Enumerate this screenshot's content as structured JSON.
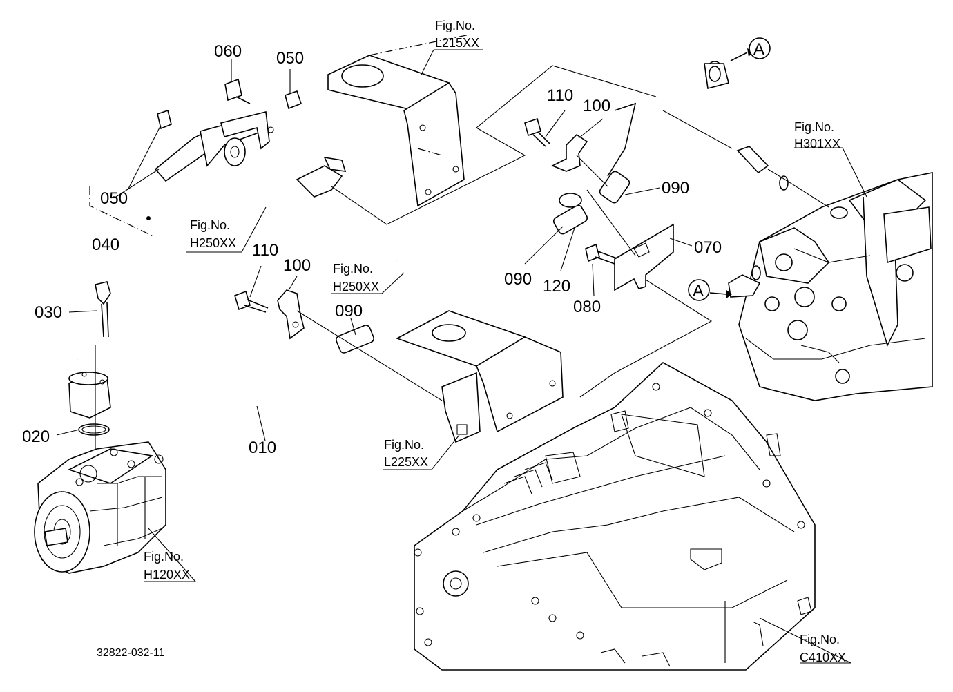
{
  "diagram": {
    "part_labels": {
      "p010": "010",
      "p020": "020",
      "p030": "030",
      "p040": "040",
      "p050a": "050",
      "p050b": "050",
      "p060": "060",
      "p070": "070",
      "p080": "080",
      "p090a": "090",
      "p090b": "090",
      "p090c": "090",
      "p100a": "100",
      "p100b": "100",
      "p110a": "110",
      "p110b": "110",
      "p120": "120"
    },
    "fig_refs": {
      "l215": {
        "prefix": "Fig.No.",
        "code": "L215XX"
      },
      "h250a": {
        "prefix": "Fig.No.",
        "code": "H250XX"
      },
      "h250b": {
        "prefix": "Fig.No.",
        "code": "H250XX"
      },
      "h301": {
        "prefix": "Fig.No.",
        "code": "H301XX"
      },
      "l225": {
        "prefix": "Fig.No.",
        "code": "L225XX"
      },
      "h120": {
        "prefix": "Fig.No.",
        "code": "H120XX"
      },
      "c410": {
        "prefix": "Fig.No.",
        "code": "C410XX"
      }
    },
    "connectors": {
      "a1": "A",
      "a2": "A"
    },
    "drawing_code": "32822-032-11"
  }
}
